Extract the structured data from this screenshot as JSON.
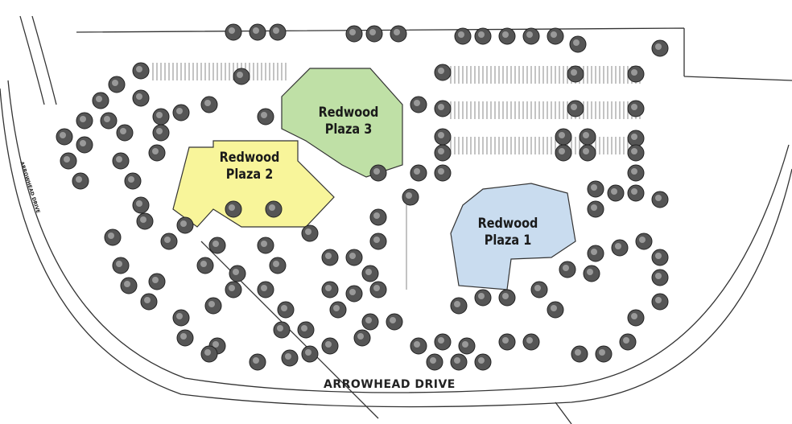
{
  "map": {
    "buildings": [
      {
        "id": "plaza-1",
        "line1": "Redwood",
        "line2": "Plaza 1",
        "color": "#c9dcef"
      },
      {
        "id": "plaza-2",
        "line1": "Redwood",
        "line2": "Plaza 2",
        "color": "#f8f59a"
      },
      {
        "id": "plaza-3",
        "line1": "Redwood",
        "line2": "Plaza 3",
        "color": "#bfe0a6"
      }
    ],
    "roads": {
      "bottom": "ARROWHEAD DRIVE",
      "left": "ARROWHEAD DRIVE"
    },
    "colors": {
      "tree": "#555555",
      "line": "#333333"
    }
  }
}
